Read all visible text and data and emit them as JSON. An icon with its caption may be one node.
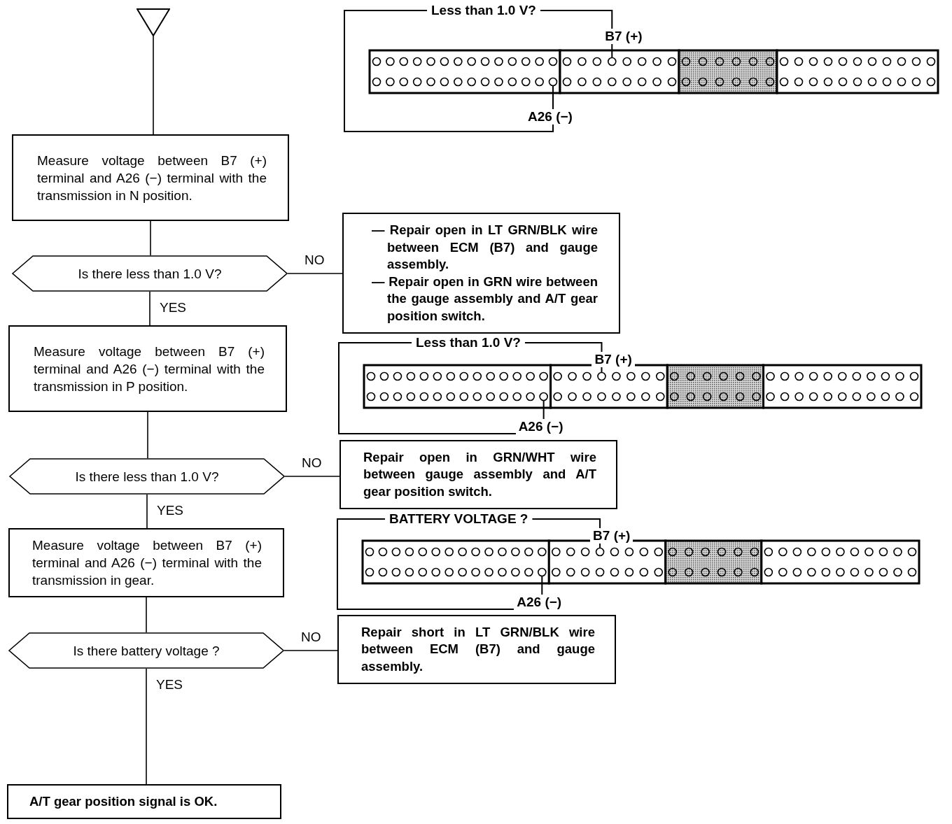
{
  "diagram": {
    "nodes": [
      {
        "text": [],
        "shape": "triangle"
      },
      {
        "text": [
          "Measure voltage between B7 (+) terminal and A26 (−) terminal with the transmission in N position."
        ]
      },
      {
        "text": [
          "Is there less than 1.0 V?"
        ]
      },
      {
        "text": [
          "— Repair open in LT GRN/BLK wire between ECM (B7) and gauge assembly.",
          "— Repair open in GRN wire between the gauge assembly and A/T gear position switch."
        ]
      },
      {
        "text": [
          "Measure voltage between B7 (+) terminal and A26 (−) terminal with the transmission in P position."
        ]
      },
      {
        "text": [
          "Is there less than 1.0 V?"
        ]
      },
      {
        "text": [
          "Repair open in GRN/WHT wire between gauge assembly and A/T gear position switch."
        ]
      },
      {
        "text": [
          "Measure voltage between B7 (+) terminal and A26 (−) terminal with the transmission in gear."
        ]
      },
      {
        "text": [
          "Is there battery voltage ?"
        ]
      },
      {
        "text": [
          "Repair short in LT GRN/BLK wire between ECM (B7) and gauge assembly."
        ]
      },
      {
        "text": [
          "A/T gear position signal is OK."
        ]
      }
    ],
    "edges": [
      {
        "from": 0,
        "to": 1,
        "arrow": "none"
      },
      {
        "from": 1,
        "to": 2,
        "arrow": "none"
      },
      {
        "from": 2,
        "to": 3,
        "arrow": "none",
        "label": "NO"
      },
      {
        "from": 2,
        "to": 4,
        "arrow": "none",
        "label": "YES"
      },
      {
        "from": 4,
        "to": 5,
        "arrow": "none"
      },
      {
        "from": 5,
        "to": 6,
        "arrow": "none",
        "label": "NO"
      },
      {
        "from": 5,
        "to": 7,
        "arrow": "none",
        "label": "YES"
      },
      {
        "from": 7,
        "to": 8,
        "arrow": "none"
      },
      {
        "from": 8,
        "to": 9,
        "arrow": "none",
        "label": "NO"
      },
      {
        "from": 8,
        "to": 10,
        "arrow": "none",
        "label": "YES"
      }
    ],
    "labels": [
      "Less than 1.0 V?",
      "B7 (+)",
      "A26 (−)",
      "Less than 1.0 V?",
      "B7 (+)",
      "A26 (−)",
      "BATTERY VOLTAGE ?",
      "B7 (+)",
      "A26 (−)"
    ]
  }
}
